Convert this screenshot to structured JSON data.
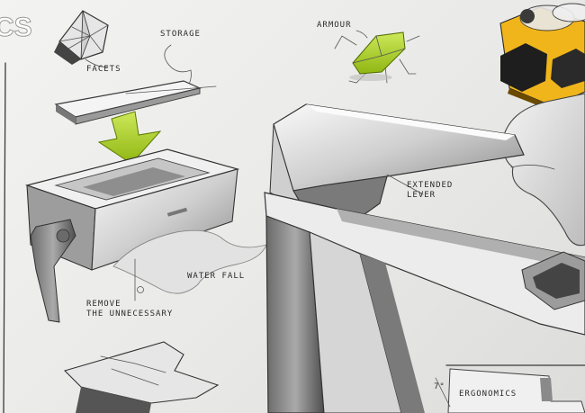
{
  "annotations": {
    "storage": "STORAGE",
    "facets": "FACETS",
    "armour": "ARMOUR",
    "waterfall": "WATER FALL",
    "remove_line1": "REMOVE",
    "remove_line2": "THE UNNECESSARY",
    "extended_line1": "EXTENDED",
    "extended_line2": "LEVER",
    "ergonomics": "ERGONOMICS",
    "angle": "7°",
    "corner_logo": "CS"
  },
  "colors": {
    "accent_green": "#a8cc1f",
    "honey": "#f0b51a",
    "ink": "#2b2b2b",
    "metal_light": "#f2f2f2",
    "metal_mid": "#b9b9b9",
    "metal_dark": "#5a5a5a"
  }
}
